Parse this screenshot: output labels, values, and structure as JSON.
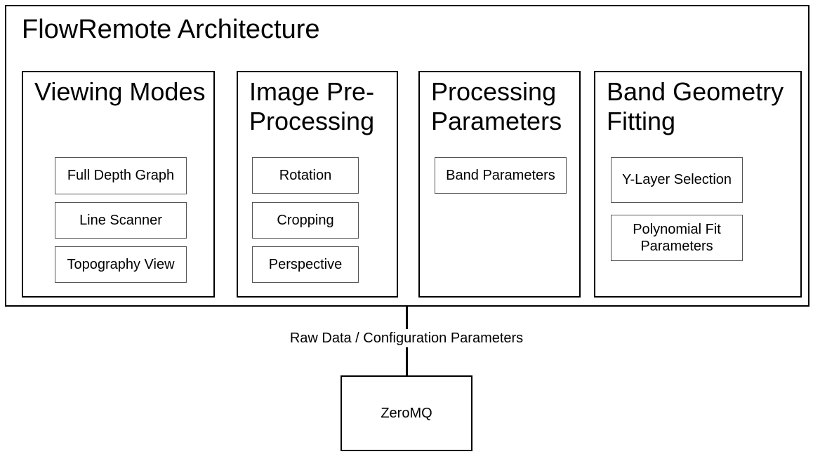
{
  "diagram": {
    "title": "FlowRemote Architecture",
    "sections": [
      {
        "title": "Viewing Modes",
        "items": [
          "Full Depth Graph",
          "Line Scanner",
          "Topography View"
        ]
      },
      {
        "title": "Image Pre-Processing",
        "items": [
          "Rotation",
          "Cropping",
          "Perspective"
        ]
      },
      {
        "title": "Processing Parameters",
        "items": [
          "Band Parameters"
        ]
      },
      {
        "title": "Band Geometry Fitting",
        "items": [
          "Y-Layer Selection",
          "Polynomial Fit Parameters"
        ]
      }
    ],
    "connector": {
      "label": "Raw Data / Configuration Parameters"
    },
    "external": {
      "label": "ZeroMQ"
    },
    "colors": {
      "box_border": "#000000",
      "inner_box_border": "#555555",
      "background": "#ffffff",
      "text": "#000000"
    }
  }
}
